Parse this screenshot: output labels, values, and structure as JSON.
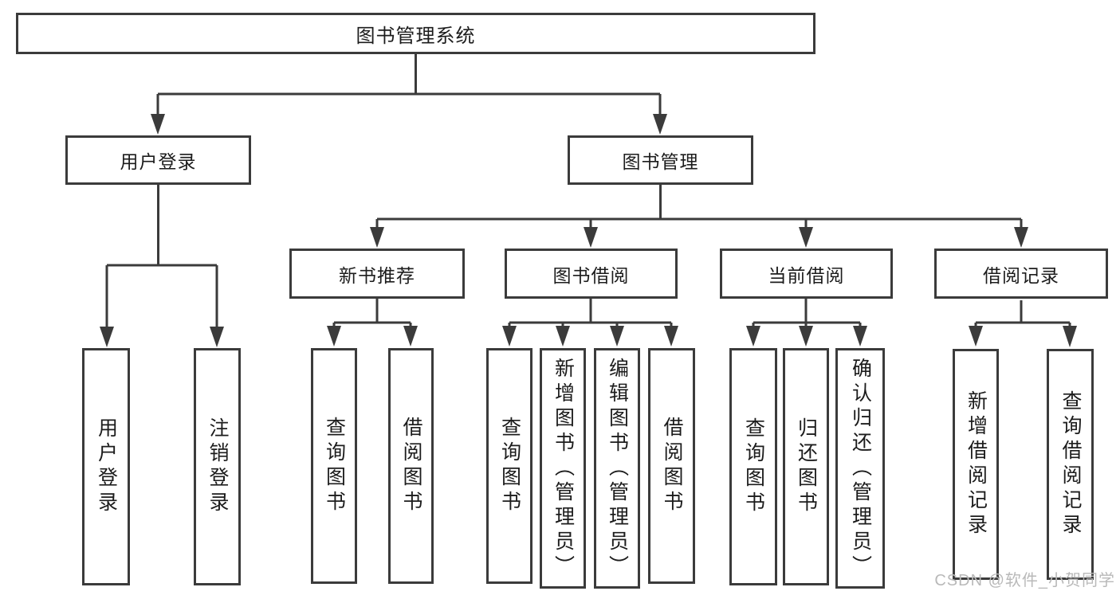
{
  "tree": {
    "label": "图书管理系统",
    "children": [
      {
        "label": "用户登录",
        "children": [
          {
            "label": "用户登录"
          },
          {
            "label": "注销登录"
          }
        ]
      },
      {
        "label": "图书管理",
        "children": [
          {
            "label": "新书推荐",
            "children": [
              {
                "label": "查询图书"
              },
              {
                "label": "借阅图书"
              }
            ]
          },
          {
            "label": "图书借阅",
            "children": [
              {
                "label": "查询图书"
              },
              {
                "label": "新增图书（管理员）"
              },
              {
                "label": "编辑图书（管理员）"
              },
              {
                "label": "借阅图书"
              }
            ]
          },
          {
            "label": "当前借阅",
            "children": [
              {
                "label": "查询图书"
              },
              {
                "label": "归还图书"
              },
              {
                "label": "确认归还（管理员）"
              }
            ]
          },
          {
            "label": "借阅记录",
            "children": [
              {
                "label": "新增借阅记录"
              },
              {
                "label": "查询借阅记录"
              }
            ]
          }
        ]
      }
    ]
  },
  "watermark": {
    "text": "CSDN @软件_小贺同学"
  },
  "colors": {
    "line": "#3b3b3b",
    "text": "#1c1c1c",
    "background": "#ffffff",
    "watermark": "#b9b9b9"
  }
}
